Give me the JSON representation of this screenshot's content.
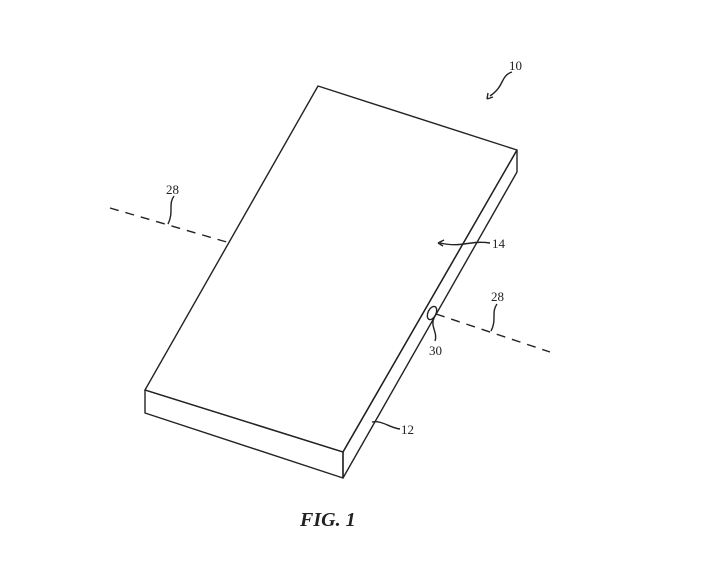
{
  "figure": {
    "caption": "FIG. 1",
    "labels": {
      "device": "10",
      "housing": "12",
      "display": "14",
      "axis_left": "28",
      "axis_right": "28",
      "component": "30"
    }
  },
  "colors": {
    "line": "#222222",
    "background": "#ffffff"
  }
}
